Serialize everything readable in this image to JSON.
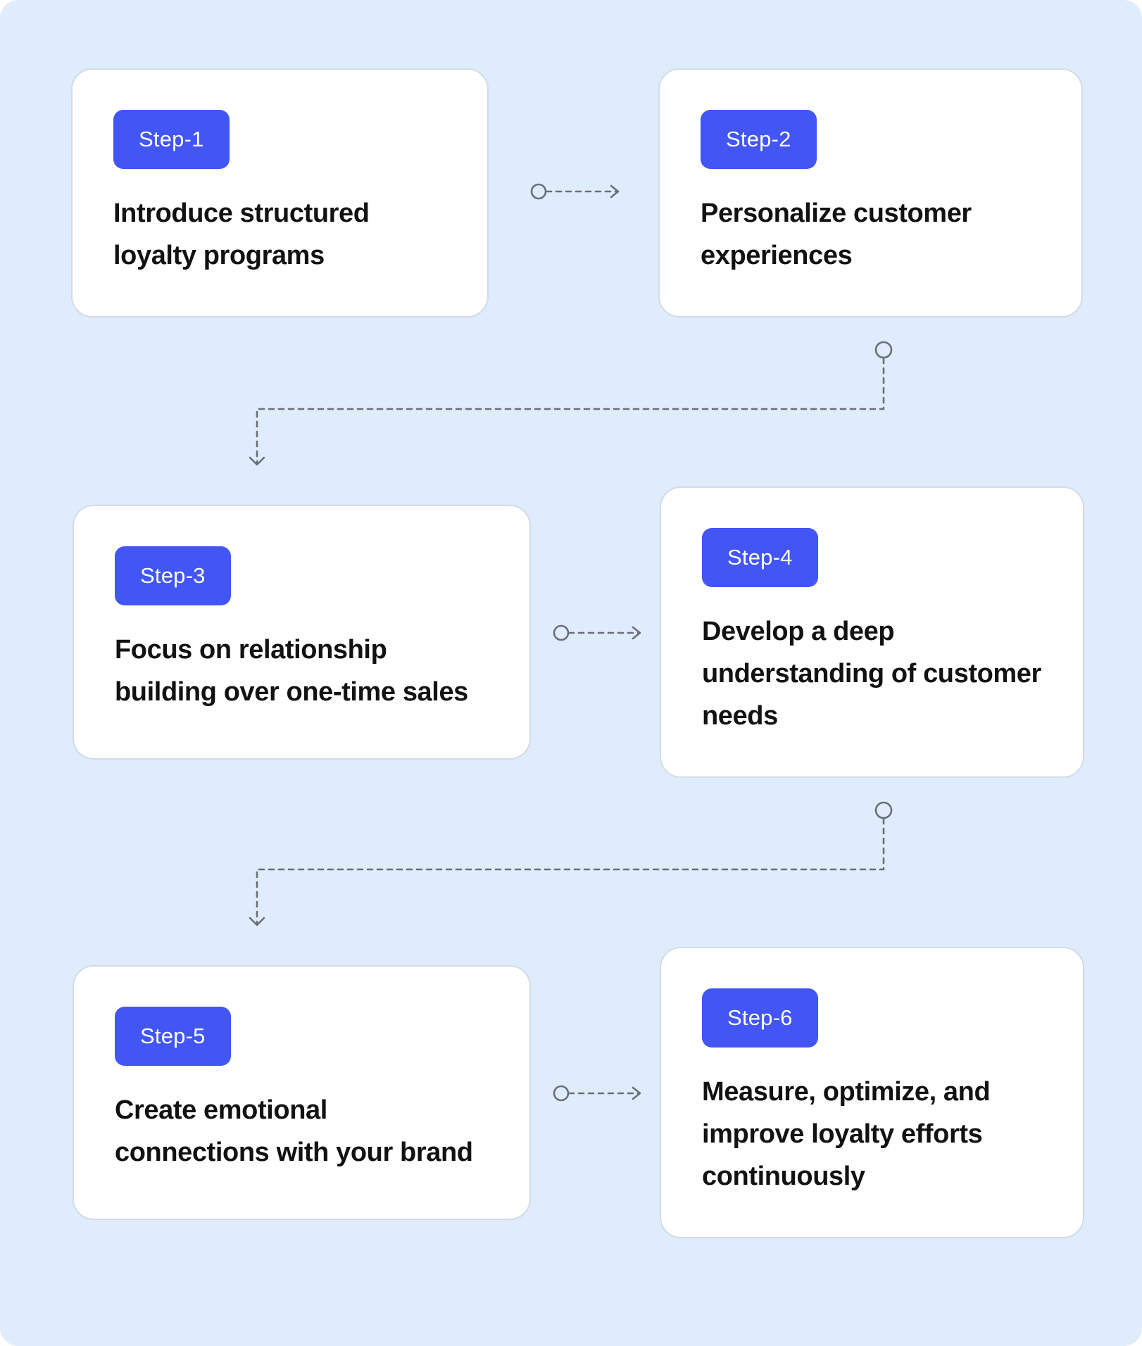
{
  "steps": [
    {
      "badge": "Step-1",
      "text_lines": [
        "Introduce structured",
        "loyalty programs"
      ]
    },
    {
      "badge": "Step-2",
      "text_lines": [
        "Personalize customer",
        "experiences"
      ]
    },
    {
      "badge": "Step-3",
      "text_lines": [
        "Focus on relationship",
        "building over one-time sales"
      ]
    },
    {
      "badge": "Step-4",
      "text_lines": [
        "Develop a deep",
        "understanding of customer",
        "needs"
      ]
    },
    {
      "badge": "Step-5",
      "text_lines": [
        "Create emotional",
        "connections with your brand"
      ]
    },
    {
      "badge": "Step-6",
      "text_lines": [
        "Measure, optimize, and",
        "improve loyalty efforts",
        "continuously"
      ]
    }
  ],
  "colors": {
    "background": "#dfecfc",
    "card": "#ffffff",
    "card_border": "#d2dbe8",
    "badge": "#4255f5",
    "badge_text": "#ffffff",
    "text": "#121212",
    "connector": "#6b6f78"
  }
}
